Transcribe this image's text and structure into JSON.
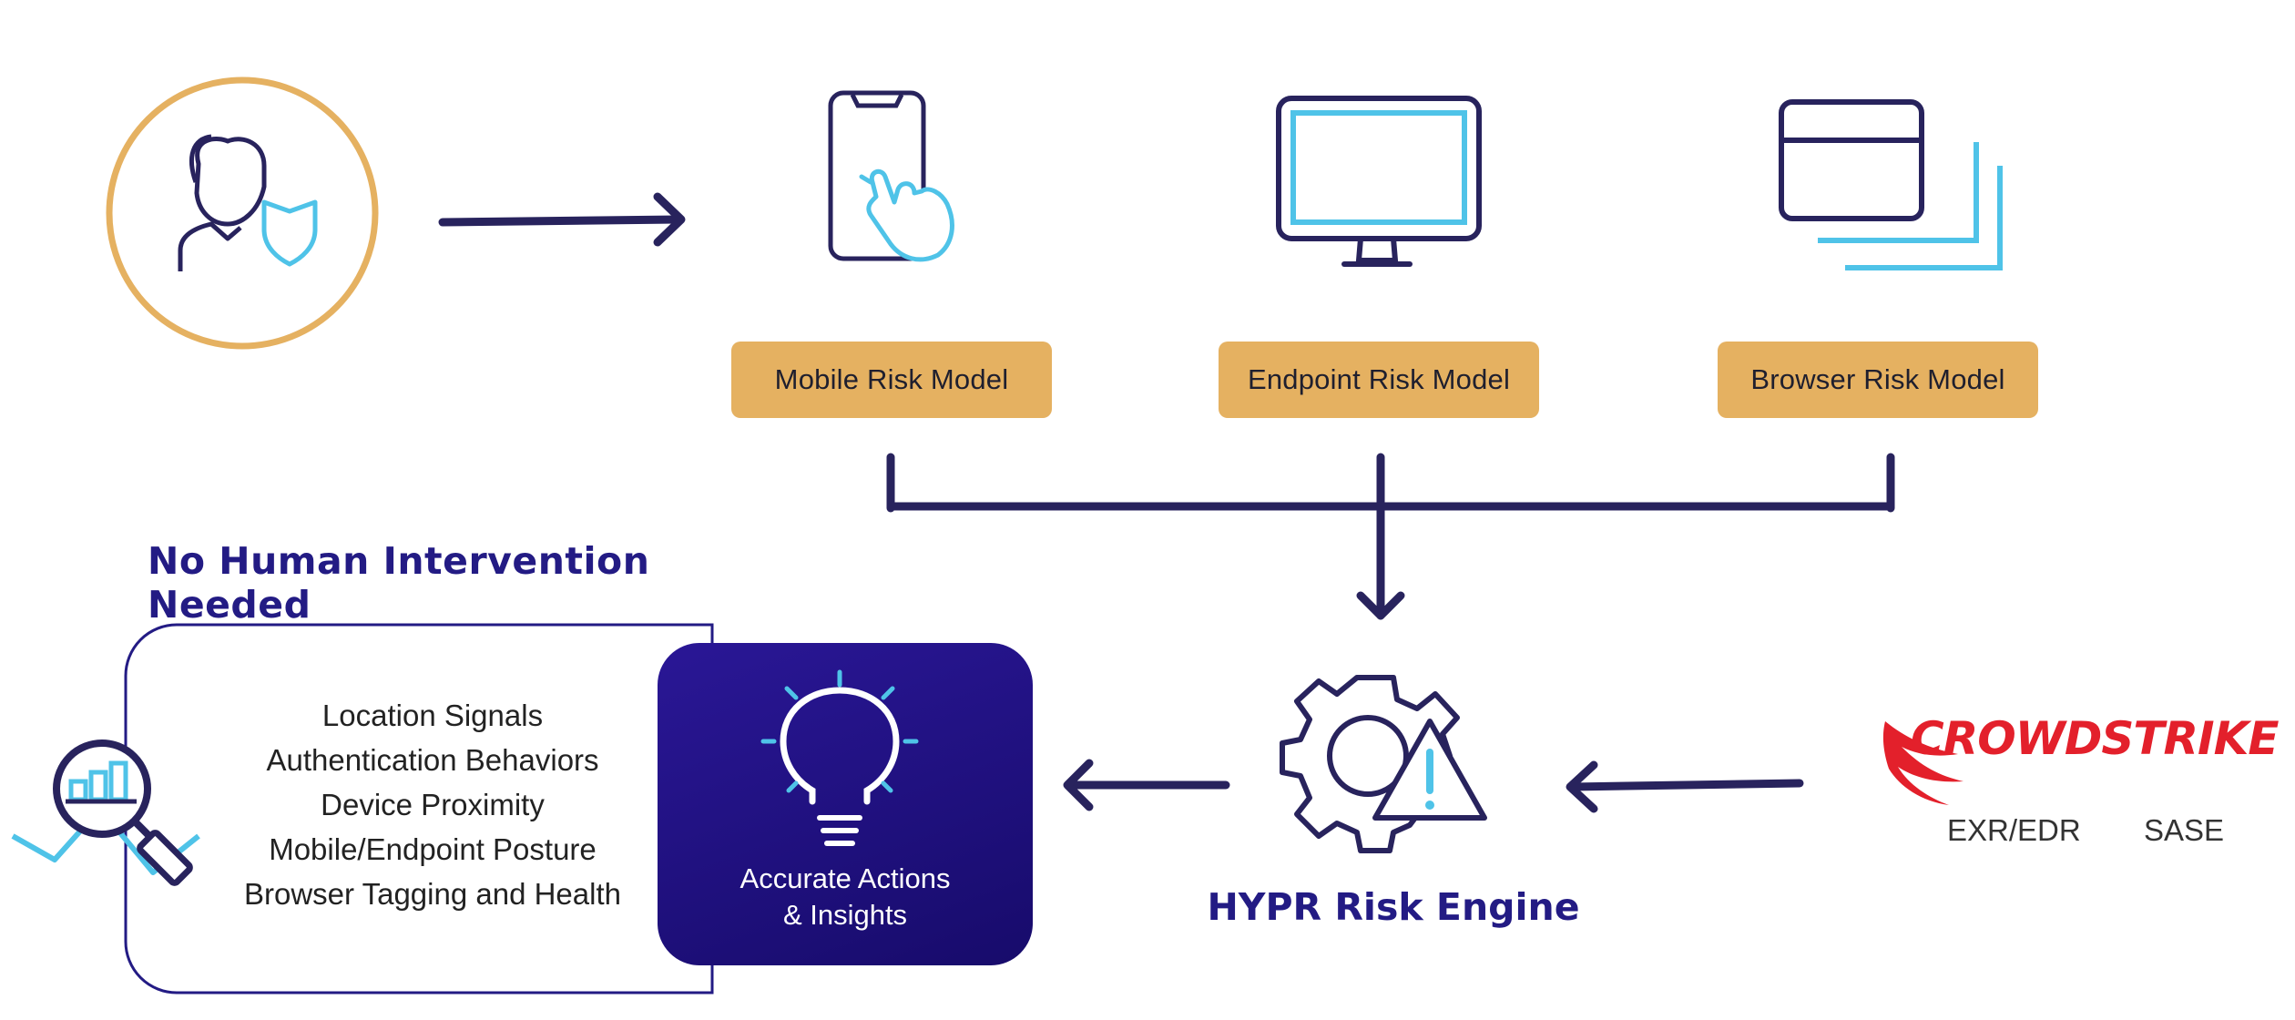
{
  "models": [
    {
      "label": "Mobile Risk Model"
    },
    {
      "label": "Endpoint Risk Model"
    },
    {
      "label": "Browser Risk Model"
    }
  ],
  "headline": "No Human Intervention Needed",
  "signals": [
    "Location Signals",
    "Authentication Behaviors",
    "Device Proximity",
    "Mobile/Endpoint Posture",
    "Browser Tagging and Health"
  ],
  "insight": {
    "line1": "Accurate Actions",
    "line2": "& Insights"
  },
  "engine": {
    "label": "HYPR Risk Engine"
  },
  "integrations": {
    "brand": "CROWDSTRIKE",
    "tag1": "EXR/EDR",
    "tag2": "SASE"
  },
  "colors": {
    "navy": "#28235d",
    "accent_blue": "#4fc3e8",
    "gold": "#e5b161",
    "indigo": "#231b84",
    "brand_red": "#e3202b"
  },
  "icons": [
    "user-shield-icon",
    "smartphone-touch-icon",
    "monitor-icon",
    "browser-windows-icon",
    "analytics-magnifier-icon",
    "lightbulb-icon",
    "gear-warning-icon",
    "crowdstrike-logo-icon"
  ]
}
